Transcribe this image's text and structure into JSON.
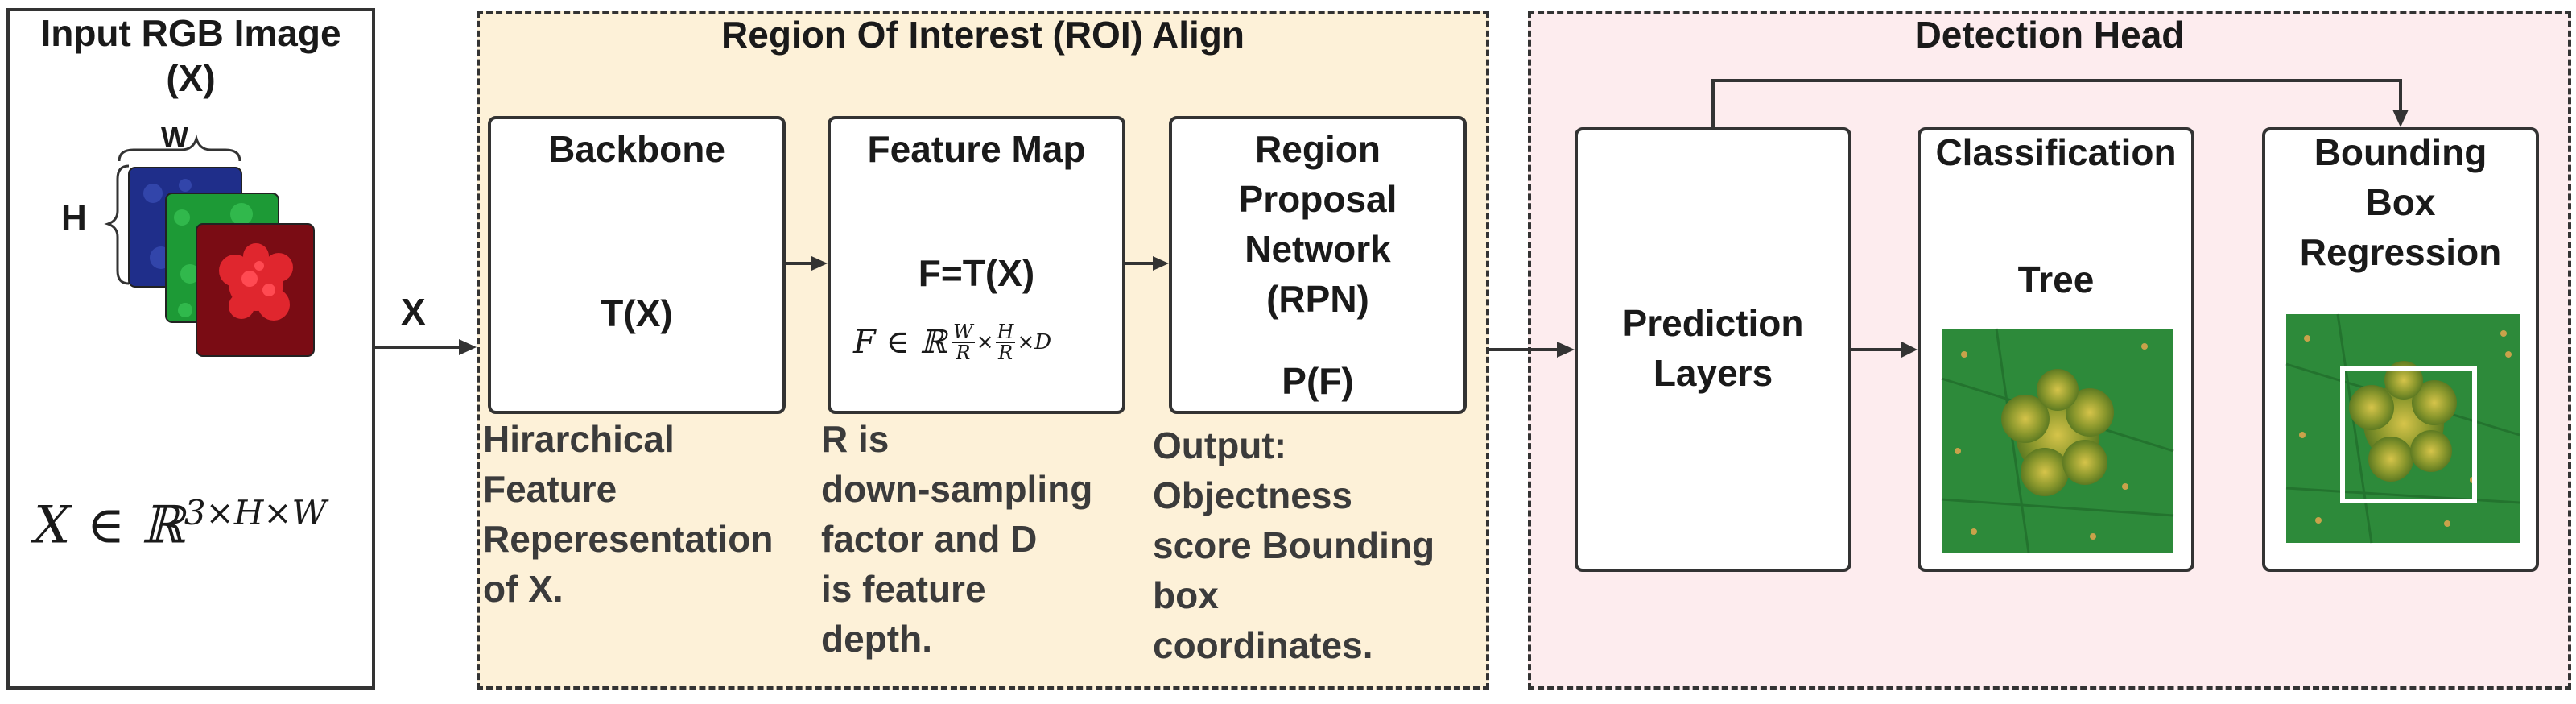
{
  "input": {
    "title_line1": "Input RGB Image",
    "title_line2": "(X)",
    "w_label": "W",
    "h_label": "H",
    "formula": "X ∈ ℝ",
    "formula_sup": "3×H×W",
    "arrow_label": "X"
  },
  "roi": {
    "title": "Region Of Interest (ROI) Align",
    "backbone": {
      "title": "Backbone",
      "formula": "T(X)",
      "desc": [
        "Hirarchical",
        "Feature",
        "Reperesentation",
        "of X."
      ]
    },
    "feature_map": {
      "title": "Feature Map",
      "formula": "F=T(X)",
      "math_lhs": "F ∈ ℝ",
      "frac1_num": "W",
      "frac1_den": "R",
      "frac2_num": "H",
      "frac2_den": "R",
      "times": "×",
      "depth": "×D",
      "desc": [
        "R is",
        "down-sampling",
        "factor and D",
        "is feature",
        "depth."
      ]
    },
    "rpn": {
      "title": [
        "Region",
        "Proposal",
        "Network",
        "(RPN)"
      ],
      "formula": "P(F)",
      "desc": [
        "Output:",
        "Objectness",
        "score Bounding",
        "box",
        "coordinates."
      ]
    }
  },
  "detection": {
    "title": "Detection Head",
    "prediction": [
      "Prediction",
      "Layers"
    ],
    "classification": {
      "title": "Classification",
      "label": "Tree"
    },
    "regression": {
      "title": [
        "Bounding",
        "Box",
        "Regression"
      ]
    }
  },
  "colors": {
    "roi_bg": "#fdf1d8",
    "detection_bg": "#fdecee",
    "layer_blue": "#1f2e8a",
    "layer_green": "#1d9a36",
    "layer_red": "#c0101a",
    "field_green": "#2d8a3a"
  }
}
